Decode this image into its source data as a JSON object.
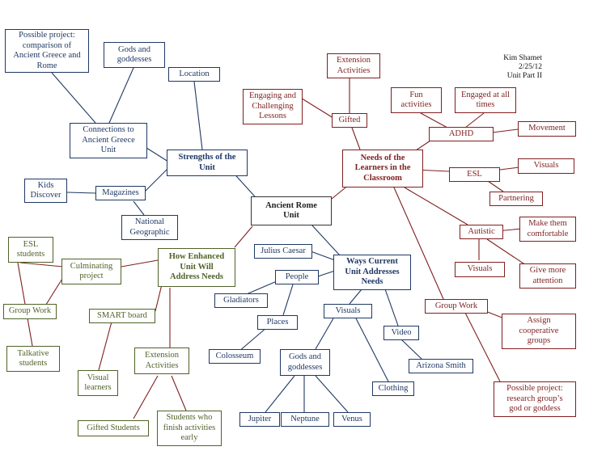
{
  "header": {
    "author": "Kim Shamet",
    "date": "2/25/12",
    "unit": "Unit Part II"
  },
  "colors": {
    "navy": "#1f3864",
    "red": "#7f1f1f",
    "green": "#4f6228",
    "dark": "#222222"
  },
  "center": {
    "label": "Ancient Rome\nUnit"
  },
  "strengths": {
    "title": "Strengths of the\nUnit",
    "possible_project": "Possible project:\ncomparison of\nAncient Greece and\nRome",
    "gods": "Gods and\ngoddesses",
    "location": "Location",
    "connections": "Connections to\nAncient Greece\nUnit",
    "magazines": "Magazines",
    "kids_discover": "Kids\nDiscover",
    "natgeo": "National\nGeographic"
  },
  "needs": {
    "title": "Needs of the\nLearners in the\nClassroom",
    "gifted": "Gifted",
    "extension": "Extension\nActivities",
    "engaging": "Engaging and\nChallenging\nLessons",
    "adhd": "ADHD",
    "fun": "Fun\nactivities",
    "engaged": "Engaged at all\ntimes",
    "movement": "Movement",
    "esl": "ESL",
    "visuals": "Visuals",
    "partnering": "Partnering",
    "autistic": "Autistic",
    "comfortable": "Make them\ncomfortable",
    "visuals2": "Visuals",
    "attention": "Give more\nattention",
    "group_work": "Group Work",
    "assign": "Assign\ncooperative\ngroups",
    "research": "Possible project:\nresearch group’s\ngod or goddess"
  },
  "current": {
    "title": "Ways Current\nUnit Addresses\nNeeds",
    "julius": "Julius Caesar",
    "people": "People",
    "gladiators": "Gladiators",
    "places": "Places",
    "colosseum": "Colosseum",
    "visuals": "Visuals",
    "video": "Video",
    "arizona": "Arizona Smith",
    "clothing": "Clothing",
    "gods": "Gods and\ngoddesses",
    "jupiter": "Jupiter",
    "neptune": "Neptune",
    "venus": "Venus"
  },
  "enhanced": {
    "title": "How Enhanced\nUnit Will\nAddress Needs",
    "esl_students": "ESL\nstudents",
    "culminating": "Culminating\nproject",
    "group_work": "Group Work",
    "smart": "SMART board",
    "talkative": "Talkative\nstudents",
    "visual_learners": "Visual\nlearners",
    "extension": "Extension\nActivities",
    "gifted_students": "Gifted Students",
    "finish_early": "Students who\nfinish activities\nearly"
  }
}
